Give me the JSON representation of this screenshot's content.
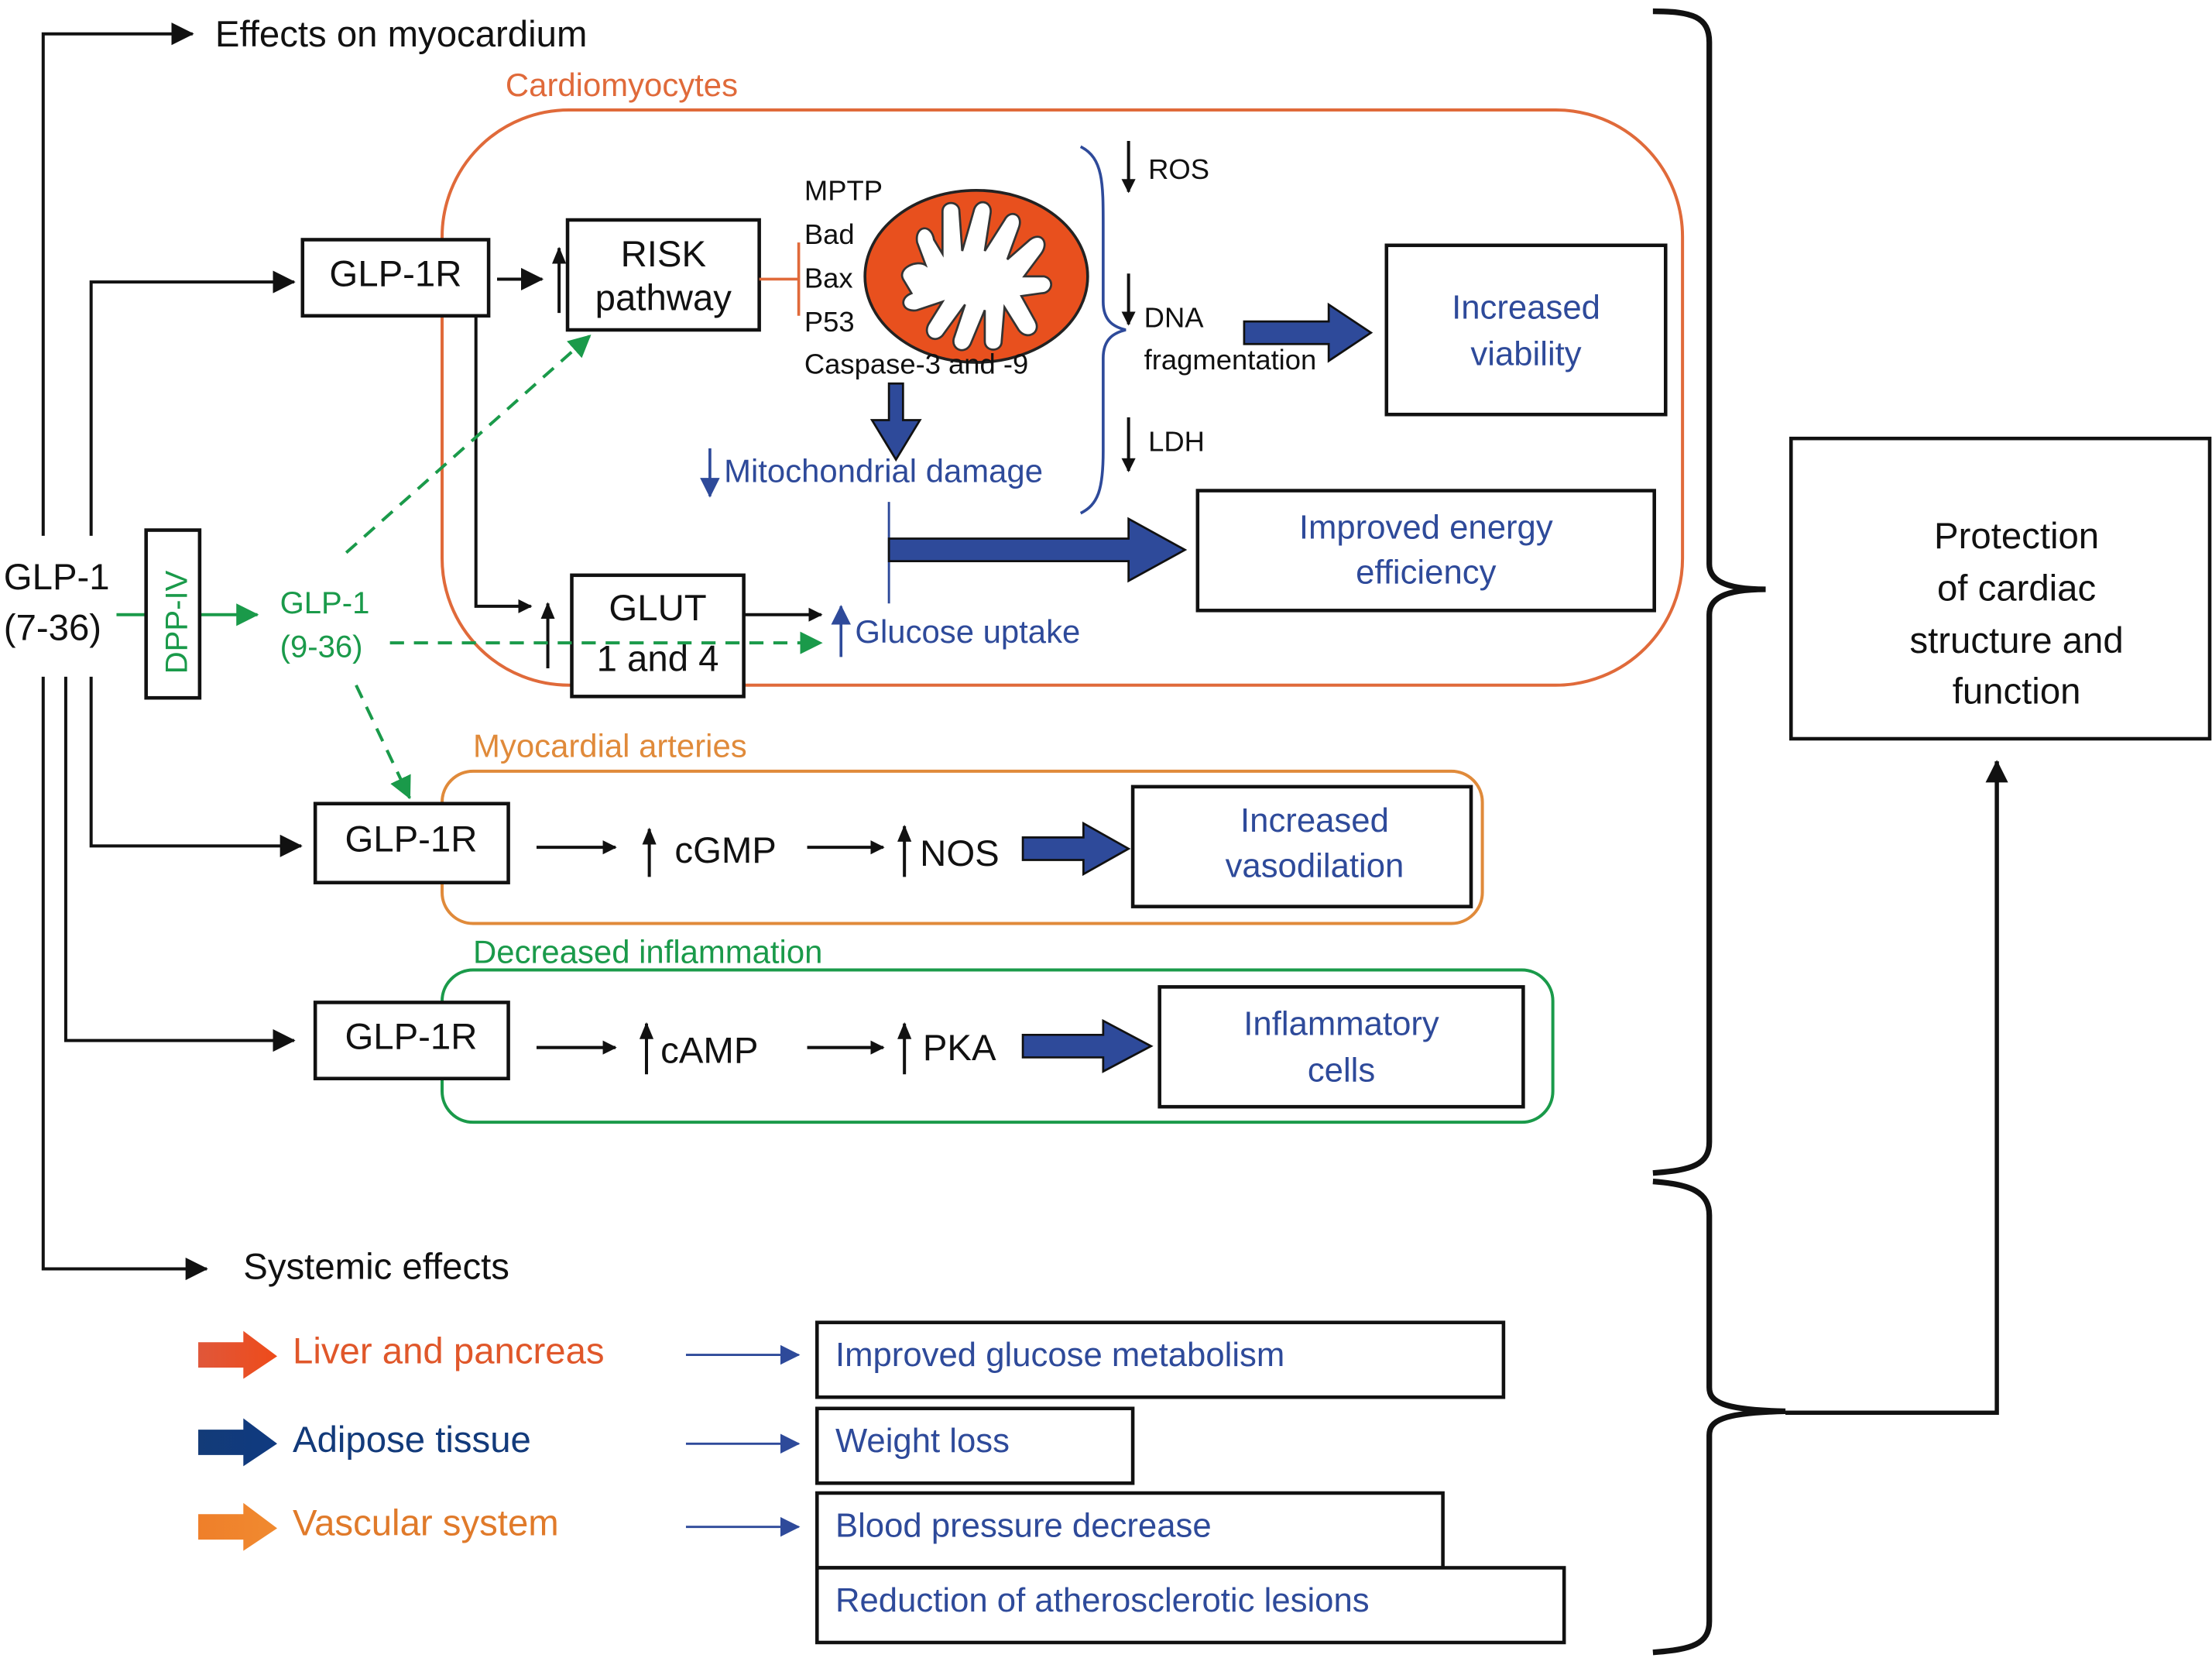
{
  "colors": {
    "cardiomyocytes_frame": "#e06a3a",
    "arteries_frame": "#e08a3a",
    "inflammation_frame": "#1a9a4a",
    "result_text": "#2e4a9a",
    "fat_arrow": "#2e4a9a",
    "dpp_green": "#1a9a4a",
    "liver_red": "#e0572a",
    "adipose_navy": "#123a7a",
    "vascular_orange": "#e07a2a",
    "mitochondria": "#e8501e"
  },
  "source": {
    "line1": "GLP-1",
    "line2": "(7-36)"
  },
  "dpp": {
    "label": "DPP-IV",
    "metabolite_line1": "GLP-1",
    "metabolite_line2": "(9-36)"
  },
  "myocardium": {
    "heading": "Effects on myocardium",
    "cardiomyocytes": {
      "title": "Cardiomyocytes",
      "receptor": "GLP-1R",
      "risk_line1": "RISK",
      "risk_line2": "pathway",
      "apoptosis_factors": [
        "MPTP",
        "Bad",
        "Bax",
        "P53",
        "Caspase-3 and -9"
      ],
      "mito_damage": "Mitochondrial damage",
      "markers": [
        "ROS",
        "DNA",
        "fragmentation",
        "LDH"
      ],
      "viability_line1": "Increased",
      "viability_line2": "viability",
      "glut_line1": "GLUT",
      "glut_line2": "1 and 4",
      "glucose_uptake": "Glucose uptake",
      "energy_line1": "Improved energy",
      "energy_line2": "efficiency"
    },
    "arteries": {
      "title": "Myocardial arteries",
      "receptor": "GLP-1R",
      "step1": "cGMP",
      "step2": "NOS",
      "result_line1": "Increased",
      "result_line2": "vasodilation"
    },
    "inflammation": {
      "title": "Decreased inflammation",
      "receptor": "GLP-1R",
      "step1": "cAMP",
      "step2": "PKA",
      "result_line1": "Inflammatory",
      "result_line2": "cells"
    }
  },
  "systemic": {
    "heading": "Systemic effects",
    "items": [
      {
        "organ": "Liver and pancreas",
        "effect": "Improved glucose metabolism"
      },
      {
        "organ": "Adipose tissue",
        "effect": "Weight loss"
      },
      {
        "organ": "Vascular system",
        "effect": "Blood pressure decrease"
      }
    ],
    "extra_effect": "Reduction of atherosclerotic lesions"
  },
  "outcome": {
    "line1": "Protection",
    "line2": "of cardiac",
    "line3": "structure and",
    "line4": "function"
  }
}
